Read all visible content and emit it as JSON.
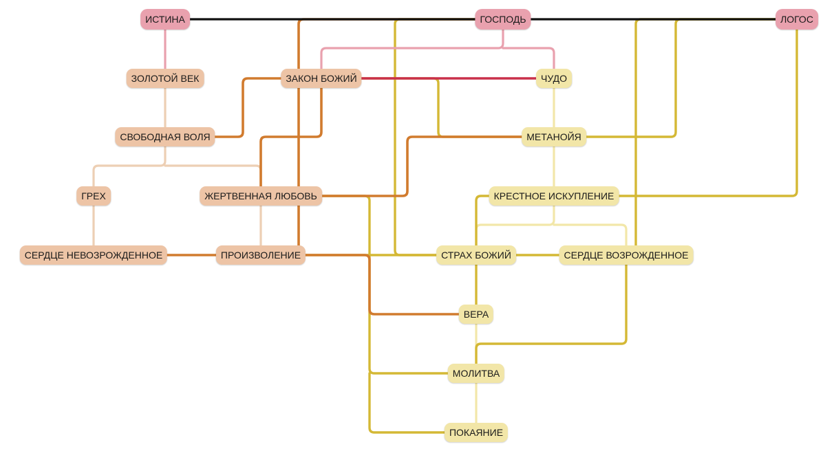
{
  "colors": {
    "top": "#e9a1ae",
    "left": "#edc4a6",
    "right": "#f2e6a8",
    "black": "#111111",
    "pink": "#e9a1ae",
    "orange": "#d17b2e",
    "mustard": "#d4b835",
    "beige": "#edcfb4",
    "paleyellow": "#f2e7a9",
    "crimson": "#c9304a"
  },
  "nodes": [
    {
      "id": "istina",
      "label": "ИСТИНА",
      "group": "top"
    },
    {
      "id": "gospod",
      "label": "ГОСПОДЬ",
      "group": "top"
    },
    {
      "id": "logos",
      "label": "ЛОГОС",
      "group": "top"
    },
    {
      "id": "zolotoy_vek",
      "label": "ЗОЛОТОЙ ВЕК",
      "group": "left"
    },
    {
      "id": "zakon_bozhiy",
      "label": "ЗАКОН БОЖИЙ",
      "group": "left"
    },
    {
      "id": "chudo",
      "label": "ЧУДО",
      "group": "right"
    },
    {
      "id": "svobodnaya_volya",
      "label": "СВОБОДНАЯ ВОЛЯ",
      "group": "left"
    },
    {
      "id": "metanoyya",
      "label": "МЕТАНОЙЯ",
      "group": "right"
    },
    {
      "id": "greh",
      "label": "ГРЕХ",
      "group": "left"
    },
    {
      "id": "zhertvennaya_lyubov",
      "label": "ЖЕРТВЕННАЯ ЛЮБОВЬ",
      "group": "left"
    },
    {
      "id": "krestnoe_iskuplenie",
      "label": "КРЕСТНОЕ ИСКУПЛЕНИЕ",
      "group": "right"
    },
    {
      "id": "serdtse_nevozrozhdennoe",
      "label": "СЕРДЦЕ НЕВОЗРОЖДЕННОЕ",
      "group": "left"
    },
    {
      "id": "proizvolenie",
      "label": "ПРОИЗВОЛЕНИЕ",
      "group": "left"
    },
    {
      "id": "strah_bozhiy",
      "label": "СТРАХ БОЖИЙ",
      "group": "right"
    },
    {
      "id": "serdtse_vozrozhdennoe",
      "label": "СЕРДЦЕ ВОЗРОЖДЕННОЕ",
      "group": "right"
    },
    {
      "id": "vera",
      "label": "ВЕРА",
      "group": "right"
    },
    {
      "id": "molitva",
      "label": "МОЛИТВА",
      "group": "right"
    },
    {
      "id": "pokayanie",
      "label": "ПОКАЯНИЕ",
      "group": "right"
    }
  ],
  "edges": [
    {
      "from": "istina",
      "to": "gospod",
      "color": "black"
    },
    {
      "from": "gospod",
      "to": "logos",
      "color": "black"
    },
    {
      "from": "istina",
      "to": "zolotoy_vek",
      "color": "pink"
    },
    {
      "from": "gospod",
      "to": "zakon_bozhiy",
      "color": "pink"
    },
    {
      "from": "gospod",
      "to": "chudo",
      "color": "pink"
    },
    {
      "from": "zakon_bozhiy",
      "to": "chudo",
      "color": "crimson"
    },
    {
      "from": "zolotoy_vek",
      "to": "svobodnaya_volya",
      "color": "beige"
    },
    {
      "from": "svobodnaya_volya",
      "to": "greh",
      "color": "beige"
    },
    {
      "from": "svobodnaya_volya",
      "to": "proizvolenie",
      "color": "beige"
    },
    {
      "from": "greh",
      "to": "serdtse_nevozrozhdennoe",
      "color": "beige"
    },
    {
      "from": "svobodnaya_volya",
      "to": "zakon_bozhiy",
      "color": "orange"
    },
    {
      "from": "zakon_bozhiy",
      "to": "zhertvennaya_lyubov",
      "color": "orange"
    },
    {
      "from": "gospod",
      "to": "proizvolenie",
      "color": "orange"
    },
    {
      "from": "zhertvennaya_lyubov",
      "to": "metanoyya",
      "color": "orange"
    },
    {
      "from": "serdtse_nevozrozhdennoe",
      "to": "proizvolenie",
      "color": "orange"
    },
    {
      "from": "proizvolenie",
      "to": "vera",
      "color": "orange"
    },
    {
      "from": "zakon_bozhiy",
      "to": "metanoyya",
      "color": "mustard"
    },
    {
      "from": "gospod",
      "to": "strah_bozhiy",
      "color": "mustard"
    },
    {
      "from": "metanoyya",
      "to": "logos",
      "color": "mustard"
    },
    {
      "from": "krestnoe_iskuplenie",
      "to": "logos",
      "color": "mustard"
    },
    {
      "from": "serdtse_vozrozhdennoe",
      "to": "logos",
      "color": "mustard"
    },
    {
      "from": "proizvolenie",
      "to": "strah_bozhiy",
      "color": "mustard"
    },
    {
      "from": "strah_bozhiy",
      "to": "serdtse_vozrozhdennoe",
      "color": "mustard"
    },
    {
      "from": "zhertvennaya_lyubov",
      "to": "molitva",
      "color": "mustard"
    },
    {
      "from": "zhertvennaya_lyubov",
      "to": "pokayanie",
      "color": "mustard"
    },
    {
      "from": "krestnoe_iskuplenie",
      "to": "vera",
      "color": "mustard"
    },
    {
      "from": "serdtse_vozrozhdennoe",
      "to": "molitva",
      "color": "mustard"
    },
    {
      "from": "chudo",
      "to": "metanoyya",
      "color": "paleyellow"
    },
    {
      "from": "metanoyya",
      "to": "krestnoe_iskuplenie",
      "color": "paleyellow"
    },
    {
      "from": "krestnoe_iskuplenie",
      "to": "strah_bozhiy",
      "color": "paleyellow"
    },
    {
      "from": "krestnoe_iskuplenie",
      "to": "serdtse_vozrozhdennoe",
      "color": "paleyellow"
    },
    {
      "from": "vera",
      "to": "molitva",
      "color": "paleyellow"
    },
    {
      "from": "molitva",
      "to": "pokayanie",
      "color": "paleyellow"
    }
  ]
}
